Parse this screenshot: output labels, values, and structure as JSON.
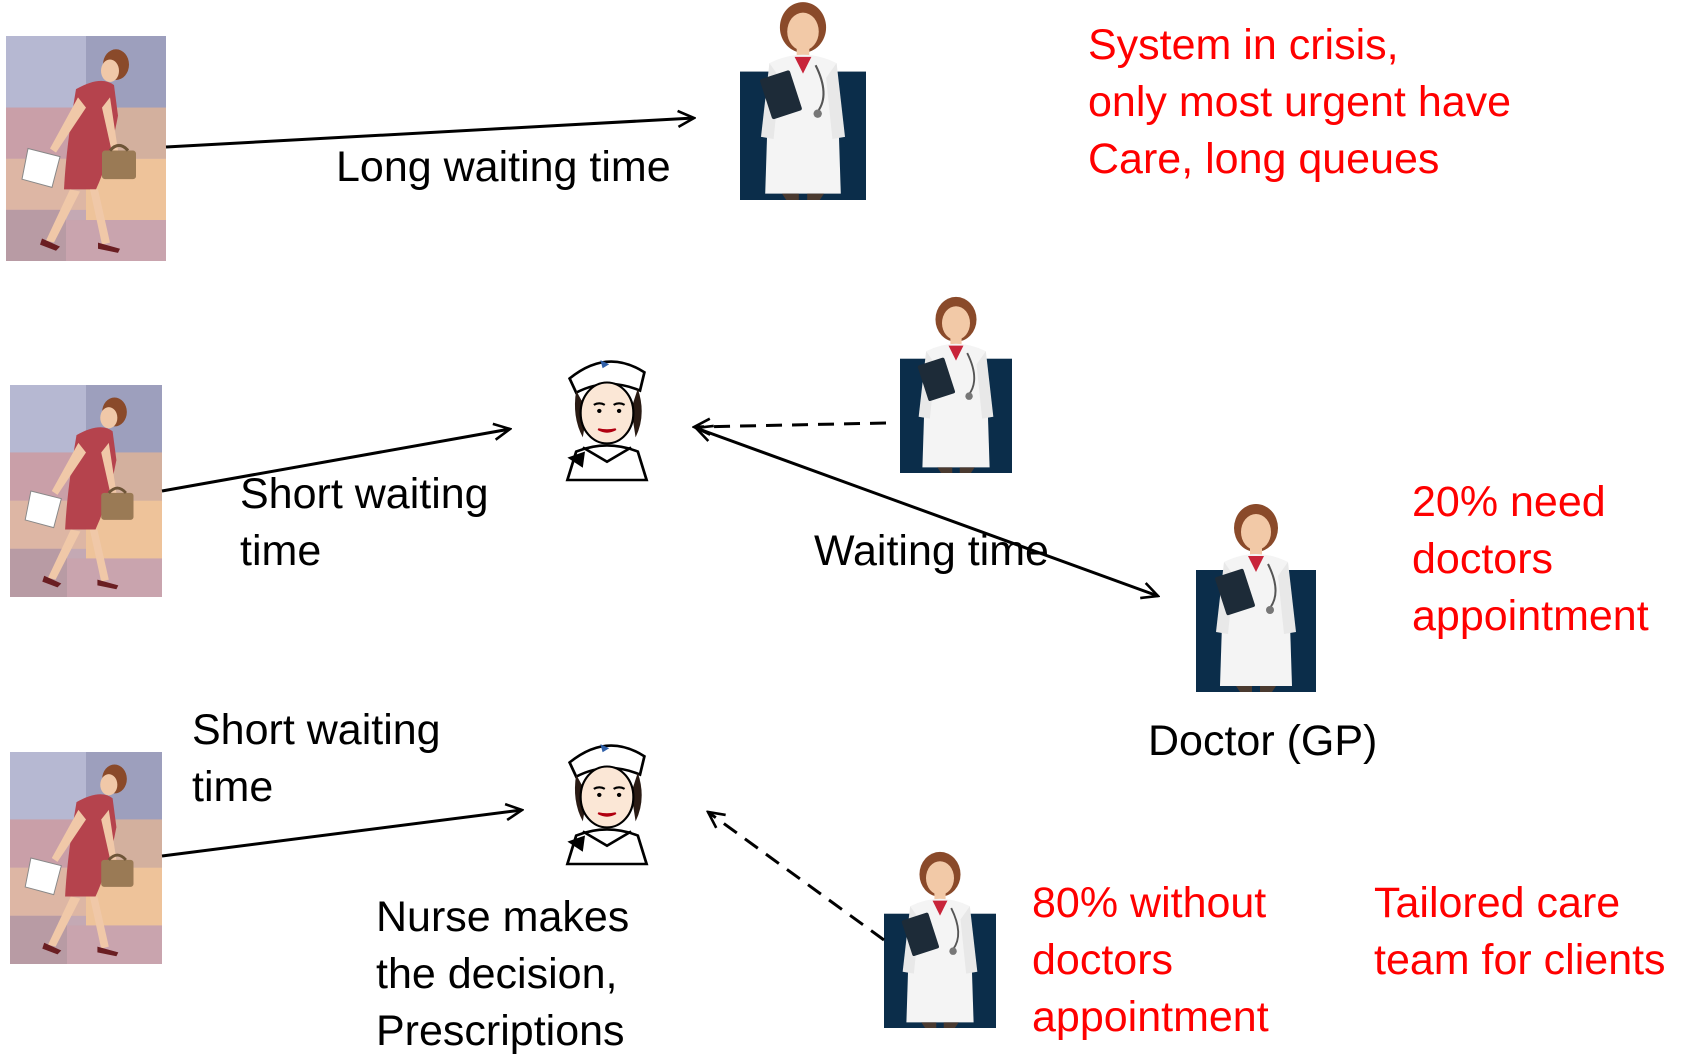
{
  "colors": {
    "note_red": "#ff0000",
    "label_black": "#000000",
    "doctor_backdrop": "#0b2d4a"
  },
  "icons": {
    "patient": "walking-woman-with-briefcase-icon",
    "doctor": "female-doctor-with-clipboard-icon",
    "nurse": "nurse-in-cap-icon"
  },
  "row1": {
    "arrow_label": "Long waiting time",
    "note": "System in crisis,\nonly most urgent have\nCare, long queues"
  },
  "row2": {
    "arrow_label": "Short waiting\ntime",
    "doctor_link_label": "Waiting time",
    "doctor_label": "Doctor (GP)",
    "note": "20% need\ndoctors\nappointment"
  },
  "row3": {
    "arrow_label": "Short waiting\ntime",
    "nurse_note": "Nurse makes\nthe decision,\nPrescriptions",
    "note": "80% without\ndoctors\nappointment",
    "team_note": "Tailored care\nteam for clients"
  }
}
